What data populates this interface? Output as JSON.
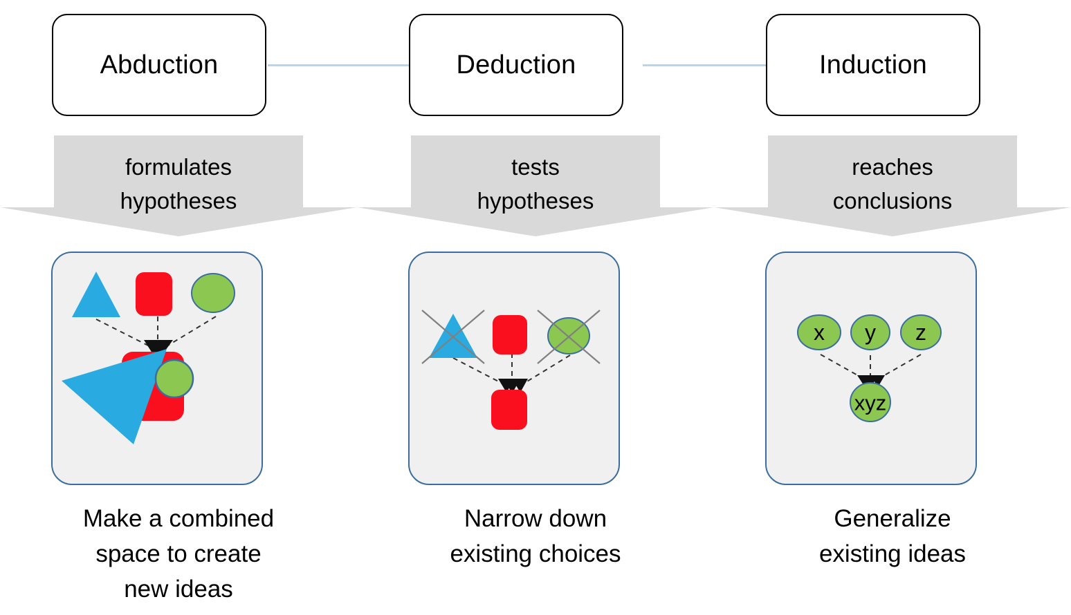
{
  "diagram": {
    "title": "Abduction / Deduction / Induction reasoning diagram",
    "colors": {
      "stage_box_border": "#000000",
      "stage_box_fill": "#ffffff",
      "connector_line": "#b7d5ec",
      "arrow_fill": "#d9d9d9",
      "panel_border": "#3b6e9e",
      "panel_fill": "#f0f0f0",
      "shape_blue": "#29abe2",
      "shape_red": "#fa0f1e",
      "shape_green": "#8cc751",
      "shape_outline": "#3b6e9e",
      "cross_out": "#808080",
      "link_line": "#333333",
      "arrowhead": "#111111",
      "text": "#000000"
    },
    "columns": [
      {
        "id": "abduction",
        "stage_label": "Abduction",
        "arrow_text": "formulates\nhypotheses",
        "caption": "Make a combined\nspace to create\nnew ideas",
        "panel": {
          "kind": "combine",
          "top_shapes": [
            {
              "shape": "triangle",
              "color": "#29abe2",
              "label": ""
            },
            {
              "shape": "rounded-square",
              "color": "#fa0f1e",
              "label": ""
            },
            {
              "shape": "ellipse",
              "color": "#8cc751",
              "label": ""
            }
          ],
          "result_shapes": [
            {
              "shape": "rounded-square",
              "color": "#fa0f1e"
            },
            {
              "shape": "triangle-rotated",
              "color": "#29abe2"
            },
            {
              "shape": "circle",
              "color": "#8cc751"
            }
          ],
          "crossed_out": [
            false,
            false,
            false
          ]
        }
      },
      {
        "id": "deduction",
        "stage_label": "Deduction",
        "arrow_text": "tests\nhypotheses",
        "caption": "Narrow down\nexisting choices",
        "panel": {
          "kind": "narrow",
          "top_shapes": [
            {
              "shape": "triangle",
              "color": "#29abe2",
              "label": ""
            },
            {
              "shape": "rounded-square",
              "color": "#fa0f1e",
              "label": ""
            },
            {
              "shape": "ellipse",
              "color": "#8cc751",
              "label": ""
            }
          ],
          "result_shapes": [
            {
              "shape": "rounded-square",
              "color": "#fa0f1e"
            }
          ],
          "crossed_out": [
            true,
            false,
            true
          ]
        }
      },
      {
        "id": "induction",
        "stage_label": "Induction",
        "arrow_text": "reaches\nconclusions",
        "caption": "Generalize\nexisting ideas",
        "panel": {
          "kind": "generalize",
          "top_shapes": [
            {
              "shape": "ellipse",
              "color": "#8cc751",
              "label": "x"
            },
            {
              "shape": "ellipse",
              "color": "#8cc751",
              "label": "y"
            },
            {
              "shape": "ellipse",
              "color": "#8cc751",
              "label": "z"
            }
          ],
          "result_shapes": [
            {
              "shape": "ellipse",
              "color": "#8cc751",
              "label": "xyz"
            }
          ],
          "crossed_out": [
            false,
            false,
            false
          ]
        }
      }
    ]
  }
}
